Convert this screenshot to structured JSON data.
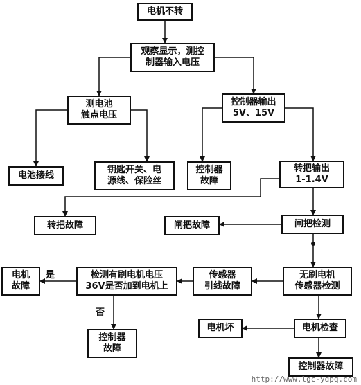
{
  "flowchart": {
    "nodes": [
      {
        "id": "n_start",
        "text": "电机不转"
      },
      {
        "id": "n_observe",
        "text": "观察显示，测控\n制器输入电压"
      },
      {
        "id": "n_battery",
        "text": "测电池\n触点电压"
      },
      {
        "id": "n_ctrl_out",
        "text": "控制器输出\n5V、15V"
      },
      {
        "id": "n_bat_wire",
        "text": "电池接线"
      },
      {
        "id": "n_key",
        "text": "钥匙开关、电\n源线、保险丝"
      },
      {
        "id": "n_ctrl_fault1",
        "text": "控制器\n故障"
      },
      {
        "id": "n_throttle_out",
        "text": "转把输出\n1-1.4V"
      },
      {
        "id": "n_throttle_fault",
        "text": "转把故障"
      },
      {
        "id": "n_brake_fault",
        "text": "闸把故障"
      },
      {
        "id": "n_brake_check",
        "text": "闸把检测"
      },
      {
        "id": "n_motor_fault",
        "text": "电机\n故障"
      },
      {
        "id": "n_brushed",
        "text": "检测有刷电机电压\n36V是否加到电机上"
      },
      {
        "id": "n_sensor_wire",
        "text": "传感器\n引线故障"
      },
      {
        "id": "n_brushless",
        "text": "无刷电机\n传感器检测"
      },
      {
        "id": "n_ctrl_fault2",
        "text": "控制器\n故障"
      },
      {
        "id": "n_motor_bad",
        "text": "电机坏"
      },
      {
        "id": "n_motor_check",
        "text": "电机检查"
      },
      {
        "id": "n_ctrl_fault3",
        "text": "控制器故障"
      }
    ],
    "edges": [
      {
        "from": "n_start",
        "to": "n_observe"
      },
      {
        "from": "n_observe",
        "to": "n_battery"
      },
      {
        "from": "n_observe",
        "to": "n_ctrl_out"
      },
      {
        "from": "n_battery",
        "to": "n_bat_wire"
      },
      {
        "from": "n_battery",
        "to": "n_key"
      },
      {
        "from": "n_ctrl_out",
        "to": "n_ctrl_fault1"
      },
      {
        "from": "n_ctrl_out",
        "to": "n_throttle_out"
      },
      {
        "from": "n_throttle_out",
        "to": "n_throttle_fault"
      },
      {
        "from": "n_throttle_out",
        "to": "n_brake_check"
      },
      {
        "from": "n_brake_check",
        "to": "n_brake_fault"
      },
      {
        "from": "n_brake_check",
        "to": "n_brushless"
      },
      {
        "from": "n_brushless",
        "to": "n_sensor_wire"
      },
      {
        "from": "n_sensor_wire",
        "to": "n_brushed"
      },
      {
        "from": "n_brushed",
        "to": "n_motor_fault",
        "label": "是"
      },
      {
        "from": "n_brushed",
        "to": "n_ctrl_fault2",
        "label": "否"
      },
      {
        "from": "n_brushless",
        "to": "n_motor_check"
      },
      {
        "from": "n_motor_check",
        "to": "n_motor_bad"
      },
      {
        "from": "n_motor_check",
        "to": "n_ctrl_fault3"
      }
    ]
  },
  "watermark": "http://www.lgc-ydpq.com"
}
